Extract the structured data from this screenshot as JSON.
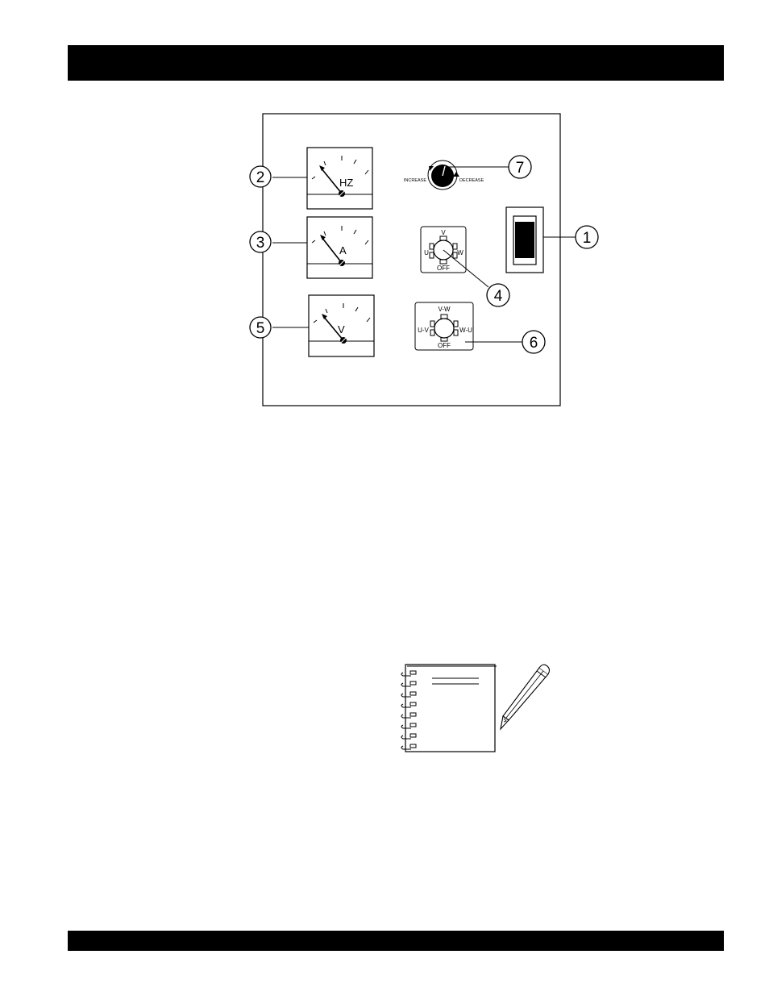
{
  "panel": {
    "callouts": [
      "1",
      "2",
      "3",
      "4",
      "5",
      "6",
      "7"
    ],
    "meters": {
      "frequency_label": "HZ",
      "ammeter_label": "A",
      "voltmeter_label": "V"
    },
    "ammeter_switch": {
      "top": "V",
      "left": "U",
      "right": "W",
      "bottom": "OFF"
    },
    "voltmeter_switch": {
      "top": "V-W",
      "left": "U-V",
      "right": "W-U",
      "bottom": "OFF"
    },
    "voltage_knob": {
      "left_label": "INCREASE",
      "right_label": "DECREASE"
    }
  },
  "icons": [
    "notebook-icon",
    "pencil-icon",
    "rocker-switch-icon",
    "meter-needle-icon"
  ],
  "colors": {
    "ink": "#000000",
    "paper": "#ffffff"
  }
}
